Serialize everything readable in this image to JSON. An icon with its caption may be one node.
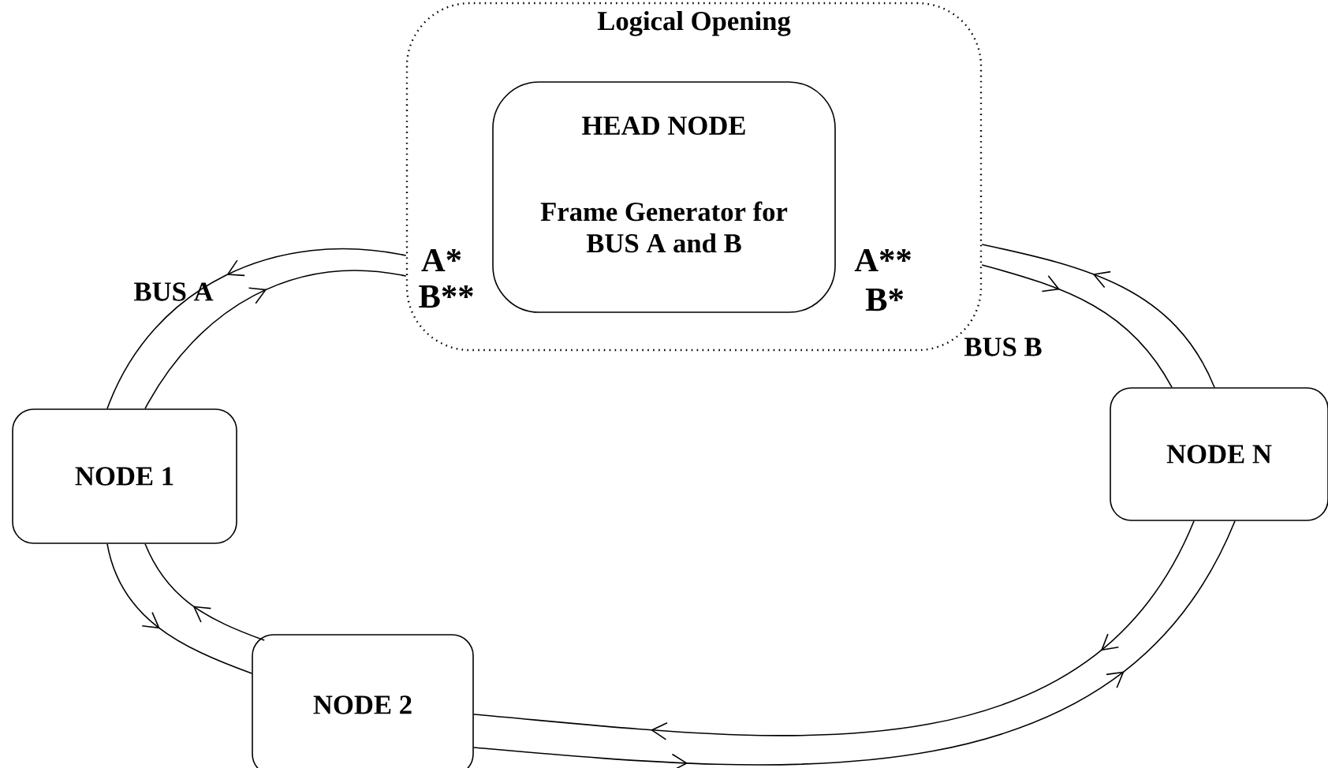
{
  "diagram": {
    "nodes": [
      {
        "text": [
          "Logical Opening"
        ]
      },
      {
        "text": [
          "HEAD NODE",
          "Frame Generator for BUS A and B"
        ],
        "in": 0
      },
      {
        "text": [
          "NODE 1"
        ]
      },
      {
        "text": [
          "NODE 2"
        ]
      },
      {
        "text": [
          "NODE N"
        ]
      }
    ],
    "edges": [
      {
        "from": 0,
        "to": 2,
        "arrow": "to"
      },
      {
        "from": 2,
        "to": 0,
        "arrow": "to"
      },
      {
        "from": 2,
        "to": 3,
        "arrow": "to"
      },
      {
        "from": 3,
        "to": 2,
        "arrow": "to"
      },
      {
        "from": 3,
        "to": 4,
        "arrow": "to"
      },
      {
        "from": 4,
        "to": 3,
        "arrow": "to"
      },
      {
        "from": 4,
        "to": 0,
        "arrow": "to"
      },
      {
        "from": 0,
        "to": 4,
        "arrow": "to"
      }
    ],
    "labels": [
      "BUS A",
      "A*",
      "B**",
      "A**",
      "B*",
      "BUS B"
    ]
  }
}
